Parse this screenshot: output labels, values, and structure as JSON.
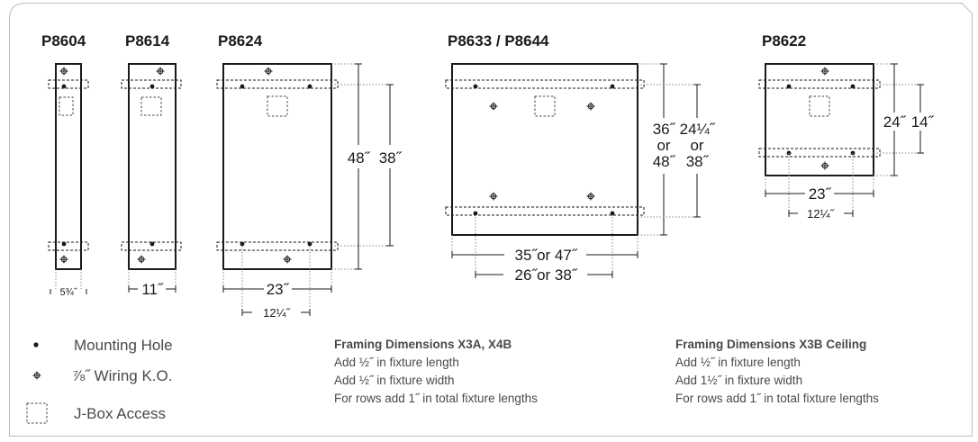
{
  "models": {
    "p8604": "P8604",
    "p8614": "P8614",
    "p8624": "P8624",
    "p8633_p8644": "P8633 / P8644",
    "p8622": "P8622"
  },
  "dimensions": {
    "p8604_width": "5¾˝",
    "p8614_width": "11˝",
    "p8624_width": "23˝",
    "p8624_holes": "12¼˝",
    "p8624_length": "48˝",
    "p8624_mount": "38˝",
    "p8633_len_a": "36˝",
    "p8633_len_or": "or",
    "p8633_len_b": "48˝",
    "p8633_mnt_a": "24¼˝",
    "p8633_mnt_or": "or",
    "p8633_mnt_b": "38˝",
    "p8633_width": "35˝or 47˝",
    "p8633_holes": "26˝or 38˝",
    "p8622_length": "24˝",
    "p8622_mount": "14˝",
    "p8622_width": "23˝",
    "p8622_holes": "12¼˝"
  },
  "legend": {
    "mounting_hole": "Mounting Hole",
    "wiring_ko": "⅞˝ Wiring K.O.",
    "jbox": "J-Box Access"
  },
  "notes": {
    "x3a": {
      "title": "Framing Dimensions X3A, X4B",
      "lines": [
        "Add ½˝ in fixture length",
        "Add ½˝ in fixture width",
        "For rows add 1˝ in total fixture lengths"
      ]
    },
    "x3b": {
      "title": "Framing Dimensions X3B Ceiling",
      "lines": [
        "Add ½˝ in fixture length",
        "Add 1½˝ in fixture width",
        "For rows add 1˝ in total fixture lengths"
      ]
    }
  },
  "colors": {
    "line": "#1a1a1a",
    "legend_text": "#4a4a4a",
    "frame": "#bdbdbd"
  },
  "icons": {
    "mounting_hole": "filled-dot",
    "wiring_ko": "crosshair-circle",
    "jbox": "dashed-square"
  }
}
